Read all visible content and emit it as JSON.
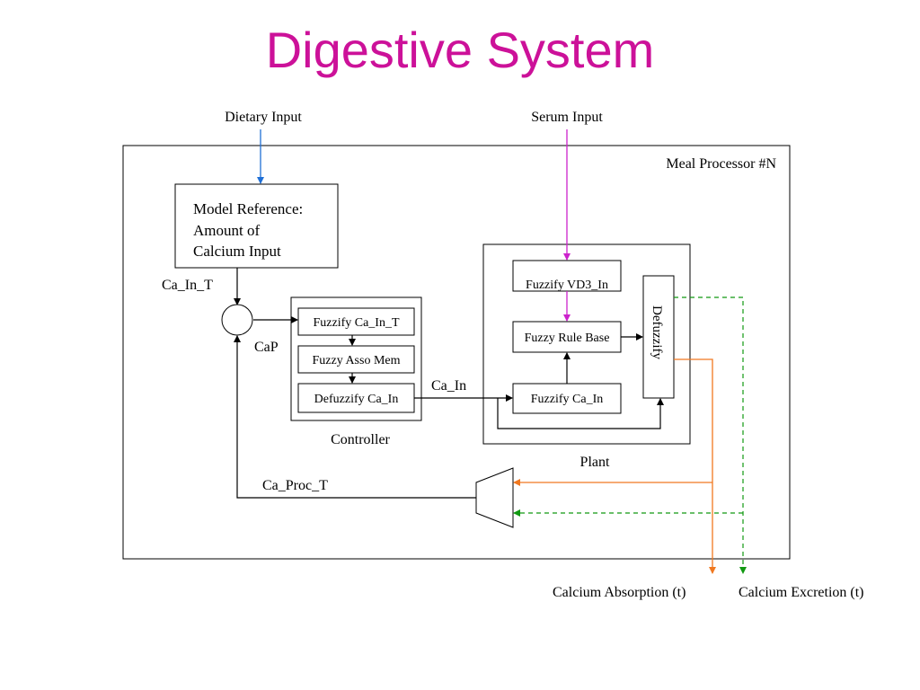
{
  "title": "Digestive System",
  "inputs": {
    "dietary": "Dietary Input",
    "serum": "Serum Input"
  },
  "outputs": {
    "absorption": "Calcium Absorption (t)",
    "excretion": "Calcium Excretion (t)"
  },
  "processor_label": "Meal Processor #N",
  "model_reference": {
    "line1": "Model Reference:",
    "line2": "Amount of",
    "line3": "Calcium Input"
  },
  "controller": {
    "label": "Controller",
    "blocks": [
      "Fuzzify Ca_In_T",
      "Fuzzy Asso Mem",
      "Defuzzify Ca_In"
    ]
  },
  "plant": {
    "label": "Plant",
    "fuzzify_vd3": "Fuzzify VD3_In",
    "rule_base": "Fuzzy Rule Base",
    "fuzzify_ca": "Fuzzify Ca_In",
    "defuzzify": "Defuzzify"
  },
  "signals": {
    "ca_in_t": "Ca_In_T",
    "cap": "CaP",
    "ca_in": "Ca_In",
    "ca_proc_t": "Ca_Proc_T"
  },
  "colors": {
    "title": "#cc1199",
    "dietary_line": "#1f6fd6",
    "serum_line": "#cc22cc",
    "absorption_line": "#f07820",
    "excretion_line": "#119911"
  }
}
